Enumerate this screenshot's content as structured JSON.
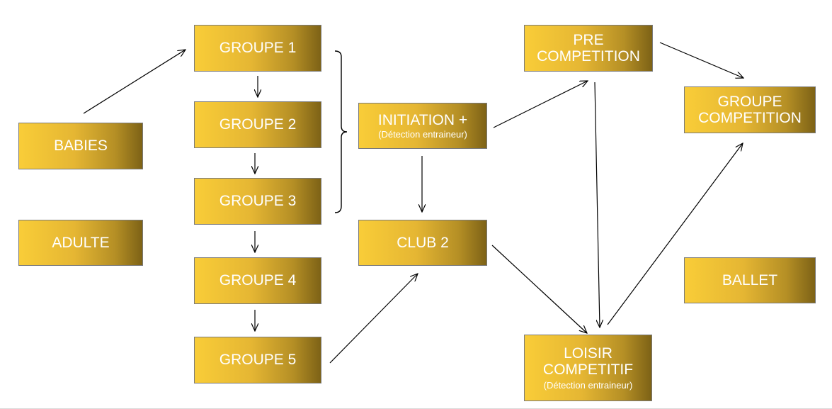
{
  "nodes": {
    "babies": "BABIES",
    "adulte": "ADULTE",
    "groupe1": "GROUPE 1",
    "groupe2": "GROUPE 2",
    "groupe3": "GROUPE 3",
    "groupe4": "GROUPE 4",
    "groupe5": "GROUPE 5",
    "initiation_title": "INITIATION +",
    "initiation_sub": "(Détection entraineur)",
    "club2": "CLUB 2",
    "pre_competition_line1": "PRE",
    "pre_competition_line2": "COMPETITION",
    "loisir_line1": "LOISIR",
    "loisir_line2": "COMPETITIF",
    "loisir_sub": "(Détection entraineur)",
    "groupe_competition_line1": "GROUPE",
    "groupe_competition_line2": "COMPETITION",
    "ballet": "BALLET"
  },
  "colors": {
    "box_left": "#f9cd38",
    "box_right": "#7d6216",
    "border": "#7a7a7a",
    "text": "#ffffff",
    "arrow": "#000000"
  }
}
